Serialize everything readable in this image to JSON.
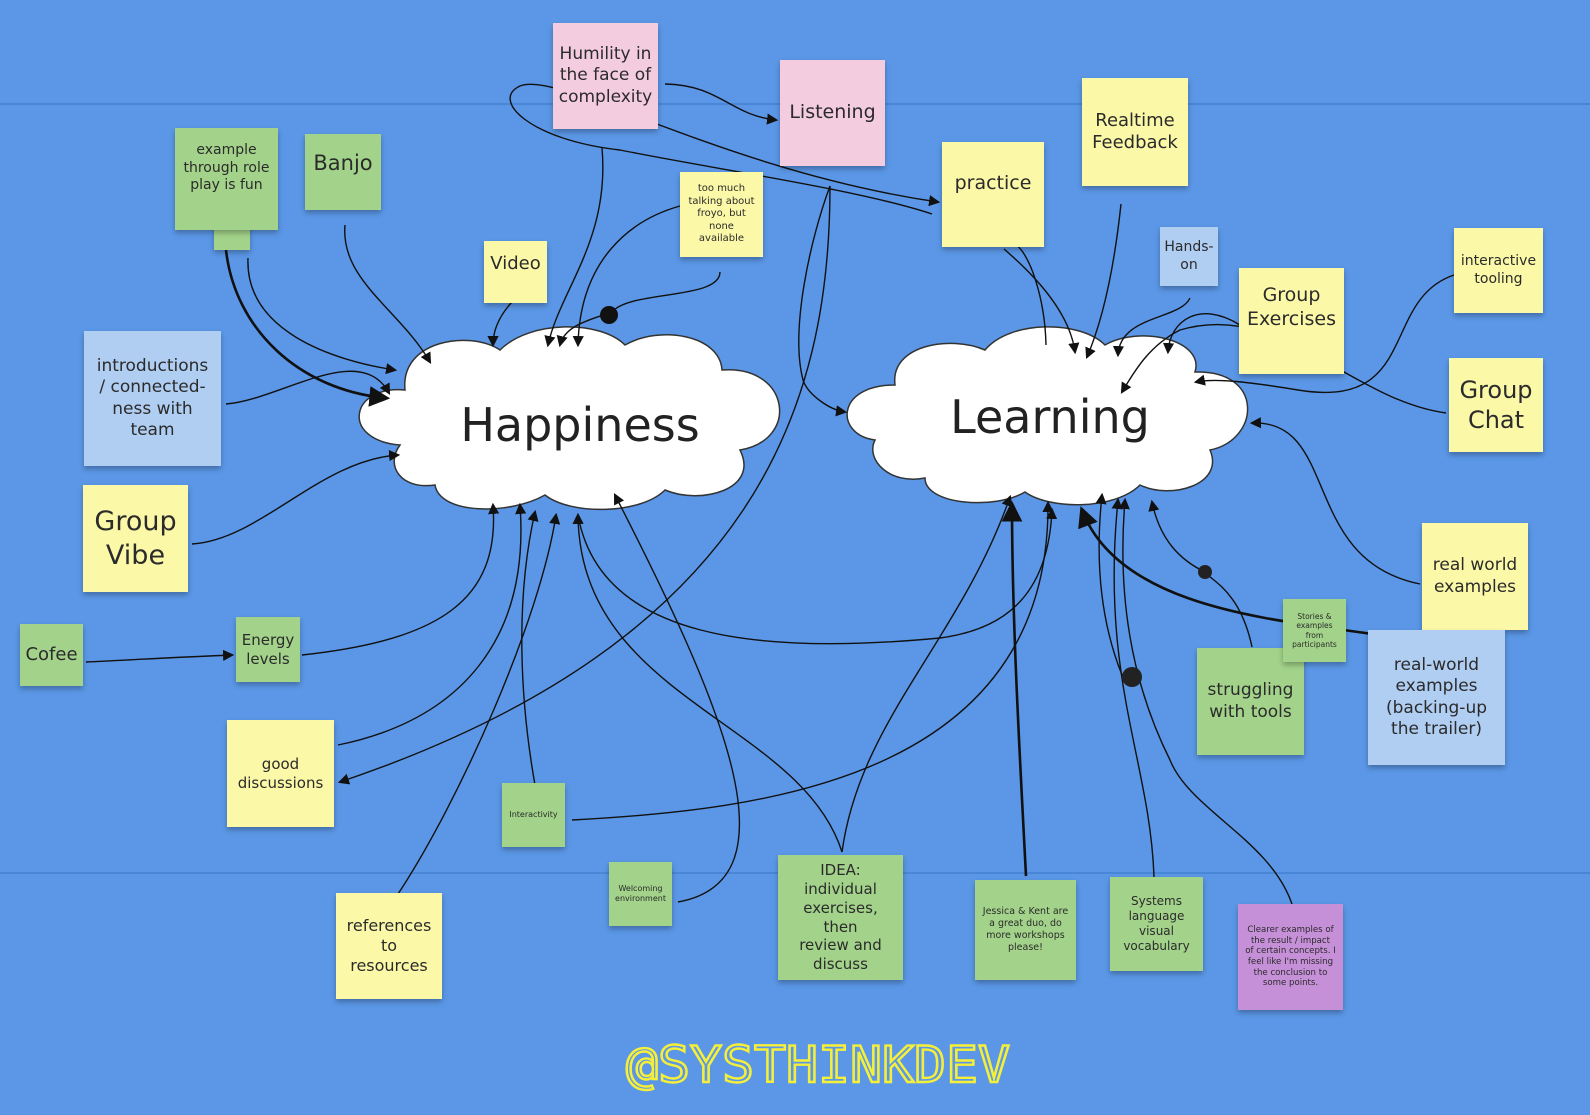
{
  "clouds": {
    "happiness": "Happiness",
    "learning": "Learning"
  },
  "notes": {
    "humility": "Humility in\nthe face of\ncomplexity",
    "listening": "Listening",
    "realtime_feedback": "Realtime\nFeedback",
    "practice": "practice",
    "role_play": "example\nthrough role\nplay  is fun",
    "banjo": "Banjo",
    "froyo": "too much\ntalking about\nfroyo, but\nnone available",
    "video": "Video",
    "hands_on": "Hands-\non",
    "group_exercises": "Group\nExercises",
    "interactive_tooling": "interactive\ntooling",
    "group_chat": "Group\nChat",
    "introductions": "introductions\n/ connected-\nness with\nteam",
    "group_vibe": "Group\nVibe",
    "cofee": "Cofee",
    "energy_levels": "Energy\nlevels",
    "good_discussions": "good\ndiscussions",
    "interactivity": "Interactivity",
    "welcoming": "Welcoming\nenvironment",
    "references": "references\nto\nresources",
    "idea": "IDEA:\nindividual\nexercises, then\nreview and\ndiscuss",
    "jessica_kent": "Jessica & Kent are\na great duo, do\nmore workshops\nplease!",
    "systems_language": "Systems\nlanguage\nvisual\nvocabulary",
    "clearer_examples": "Clearer examples of\nthe result / impact\nof certain concepts. I\nfeel like I'm missing\nthe conclusion to\nsome points.",
    "struggling_tools": "struggling\nwith tools",
    "stories_examples": "Stories &\nexamples\nfrom\nparticipants",
    "real_world_examples": "real world\nexamples",
    "real_world_trailer": "real-world\nexamples\n(backing-up\nthe trailer)"
  },
  "watermark": "@SYSTHINKDEV",
  "colors": {
    "background": "#5b97e6",
    "yellow_note": "#fbf8a8",
    "green_note": "#a3d38a",
    "pink_note": "#f4cce0",
    "blue_note": "#b0cdf2",
    "purple_note": "#c690d8",
    "watermark": "#f5ef3a"
  }
}
